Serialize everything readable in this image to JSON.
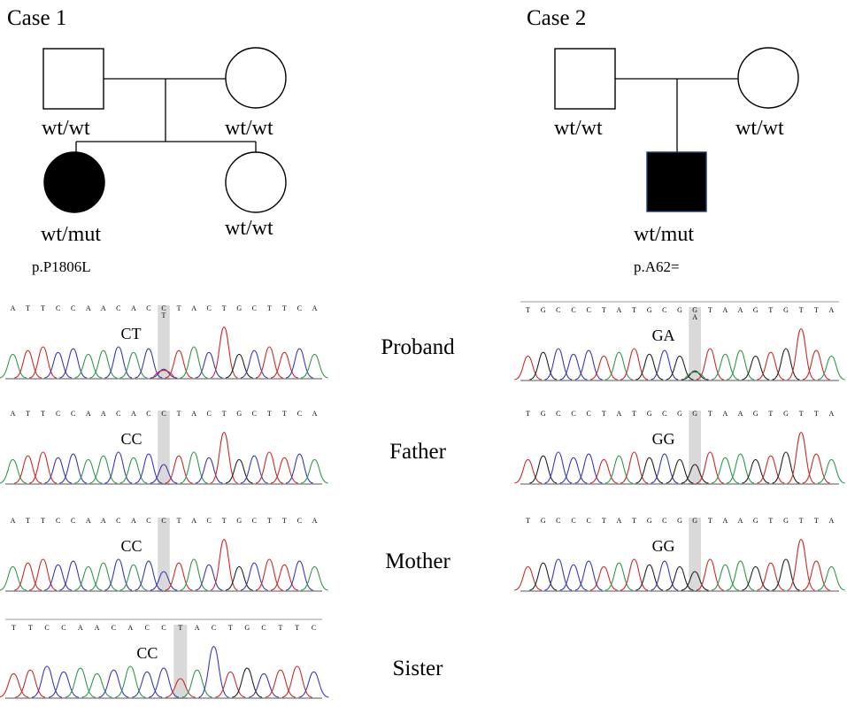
{
  "case1": {
    "title": "Case 1",
    "father_genotype": "wt/wt",
    "mother_genotype": "wt/wt",
    "proband_genotype": "wt/mut",
    "sister_genotype": "wt/wt",
    "variant": "p.P1806L",
    "traces": [
      {
        "member": "proband",
        "call": "CT",
        "bases": "ATTCCAACACCTACTGCTTCA",
        "secondary": "T"
      },
      {
        "member": "father",
        "call": "CC",
        "bases": "ATTCCAACACCTACTGCTTCA"
      },
      {
        "member": "mother",
        "call": "CC",
        "bases": "ATTCCAACACCTACTGCTTCA"
      },
      {
        "member": "sister",
        "call": "CC",
        "bases": "TTCCAACACCTACTGCTTC"
      }
    ]
  },
  "case2": {
    "title": "Case 2",
    "father_genotype": "wt/wt",
    "mother_genotype": "wt/wt",
    "proband_genotype": "wt/mut",
    "variant": "p.A62=",
    "traces": [
      {
        "member": "proband",
        "call": "GA",
        "bases": "TGCCCTATGCGGTAAGTGTTA",
        "secondary": "A"
      },
      {
        "member": "father",
        "call": "GG",
        "bases": "TGCCCTATGCGGTAAGTGTTA"
      },
      {
        "member": "mother",
        "call": "GG",
        "bases": "TGCCCTATGCGGTAAGTGTTA"
      }
    ]
  },
  "row_labels": {
    "proband": "Proband",
    "father": "Father",
    "mother": "Mother",
    "sister": "Sister"
  },
  "colors": {
    "A": "#2e9a4a",
    "C": "#3a3ab8",
    "G": "#222222",
    "T": "#cc2a2a",
    "highlight": "#d9d9d9",
    "affected": "#000000"
  }
}
